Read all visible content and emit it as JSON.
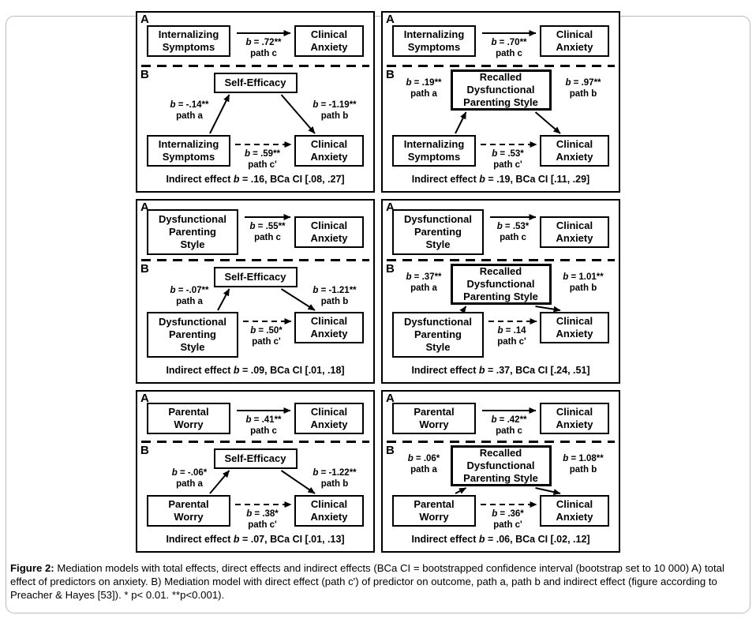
{
  "page": {
    "background": "#ffffff",
    "frame_border": "#b5bcc3",
    "ink": "#000000"
  },
  "figure": {
    "panels": [
      {
        "section_a_label": "A",
        "section_b_label": "B",
        "predictor": [
          "Internalizing",
          "Symptoms"
        ],
        "outcome": [
          "Clinical",
          "Anxiety"
        ],
        "mediator": [
          "Self-Efficacy"
        ],
        "path_c": {
          "coef": "b = .72**",
          "name": "path c"
        },
        "path_a": {
          "coef": "b = -.14**",
          "name": "path a"
        },
        "path_b": {
          "coef": "b = -1.19**",
          "name": "path b"
        },
        "path_c_prime": {
          "coef": "b = .59**",
          "name": "path c'"
        },
        "indirect_effect": "Indirect effect b = .16, BCa CI [.08, .27]"
      },
      {
        "section_a_label": "A",
        "section_b_label": "B",
        "predictor": [
          "Internalizing",
          "Symptoms"
        ],
        "outcome": [
          "Clinical",
          "Anxiety"
        ],
        "mediator": [
          "Recalled",
          "Dysfunctional",
          "Parenting Style"
        ],
        "path_c": {
          "coef": "b = .70**",
          "name": "path c"
        },
        "path_a": {
          "coef": "b = .19**",
          "name": "path a"
        },
        "path_b": {
          "coef": "b = .97**",
          "name": "path b"
        },
        "path_c_prime": {
          "coef": "b = .53*",
          "name": "path c'"
        },
        "indirect_effect": "Indirect effect b = .19, BCa CI [.11, .29]"
      },
      {
        "section_a_label": "A",
        "section_b_label": "B",
        "predictor": [
          "Dysfunctional",
          "Parenting",
          "Style"
        ],
        "outcome": [
          "Clinical",
          "Anxiety"
        ],
        "mediator": [
          "Self-Efficacy"
        ],
        "path_c": {
          "coef": "b = .55**",
          "name": "path c"
        },
        "path_a": {
          "coef": "b = -.07**",
          "name": "path a"
        },
        "path_b": {
          "coef": "b = -1.21**",
          "name": "path b"
        },
        "path_c_prime": {
          "coef": "b = .50*",
          "name": "path c'"
        },
        "indirect_effect": "Indirect effect b = .09, BCa CI [.01, .18]"
      },
      {
        "section_a_label": "A",
        "section_b_label": "B",
        "predictor": [
          "Dysfunctional",
          "Parenting",
          "Style"
        ],
        "outcome": [
          "Clinical",
          "Anxiety"
        ],
        "mediator": [
          "Recalled",
          "Dysfunctional",
          "Parenting Style"
        ],
        "path_c": {
          "coef": "b = .53*",
          "name": "path c"
        },
        "path_a": {
          "coef": "b = .37**",
          "name": "path a"
        },
        "path_b": {
          "coef": "b = 1.01**",
          "name": "path b"
        },
        "path_c_prime": {
          "coef": "b = .14",
          "name": "path c'"
        },
        "indirect_effect": "Indirect effect b = .37, BCa CI [.24, .51]"
      },
      {
        "section_a_label": "A",
        "section_b_label": "B",
        "predictor": [
          "Parental",
          "Worry"
        ],
        "outcome": [
          "Clinical",
          "Anxiety"
        ],
        "mediator": [
          "Self-Efficacy"
        ],
        "path_c": {
          "coef": "b = .41**",
          "name": "path c"
        },
        "path_a": {
          "coef": "b = -.06*",
          "name": "path a"
        },
        "path_b": {
          "coef": "b = -1.22**",
          "name": "path b"
        },
        "path_c_prime": {
          "coef": "b = .38*",
          "name": "path c'"
        },
        "indirect_effect": "Indirect effect b = .07, BCa CI [.01, .13]"
      },
      {
        "section_a_label": "A",
        "section_b_label": "B",
        "predictor": [
          "Parental",
          "Worry"
        ],
        "outcome": [
          "Clinical",
          "Anxiety"
        ],
        "mediator": [
          "Recalled",
          "Dysfunctional",
          "Parenting Style"
        ],
        "path_c": {
          "coef": "b = .42**",
          "name": "path c"
        },
        "path_a": {
          "coef": "b = .06*",
          "name": "path a"
        },
        "path_b": {
          "coef": "b = 1.08**",
          "name": "path b"
        },
        "path_c_prime": {
          "coef": "b = .36*",
          "name": "path c'"
        },
        "indirect_effect": "Indirect effect b = .06, BCa CI [.02, .12]"
      }
    ],
    "caption": {
      "label": "Figure 2:",
      "text": " Mediation models with total effects, direct effects and indirect effects (BCa CI = bootstrapped confidence interval (bootstrap set to 10 000) A) total effect of predictors on anxiety. B) Mediation model with direct effect (path c') of predictor on outcome, path a, path b and indirect effect (figure according to Preacher & Hayes [53]). * p< 0.01. **p<0.001)."
    }
  }
}
